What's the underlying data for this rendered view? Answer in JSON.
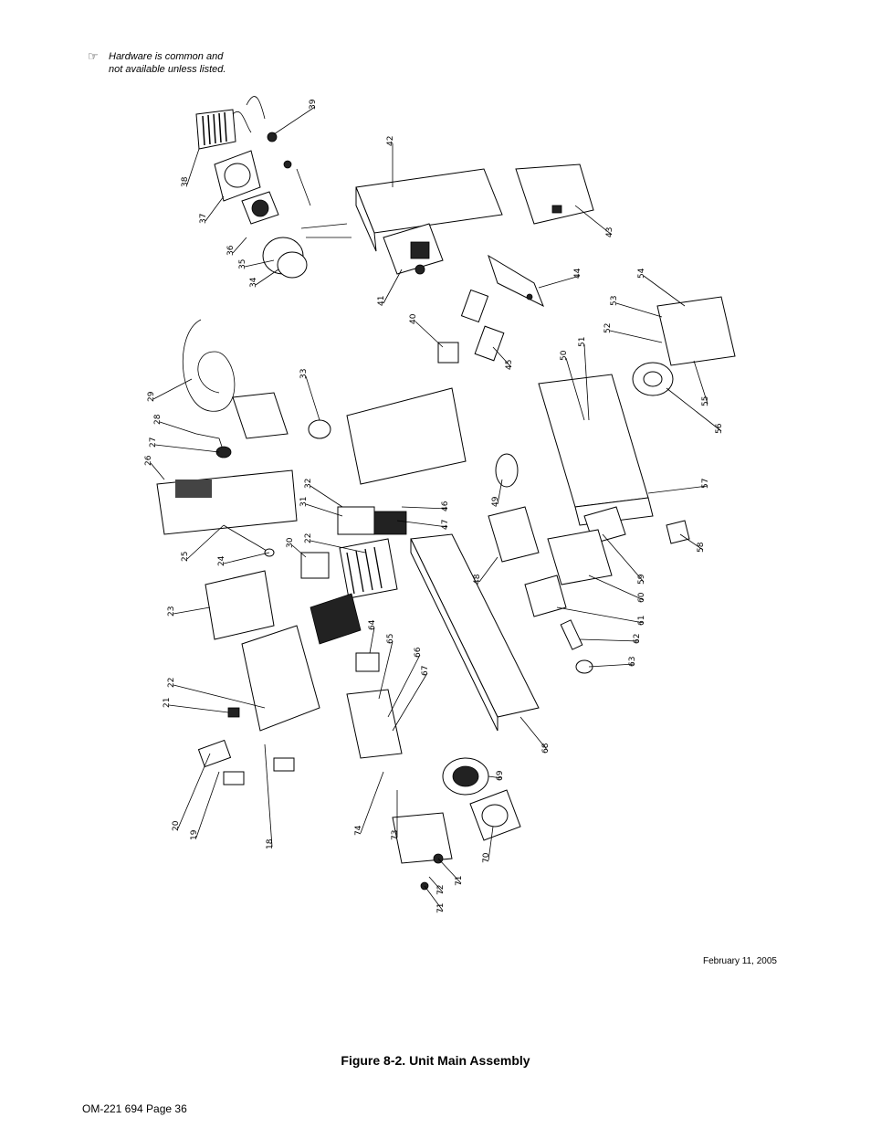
{
  "note": {
    "icon": "pointing-hand-icon",
    "line1": "Hardware is common and",
    "line2": "not available unless listed."
  },
  "date": "February 11, 2005",
  "figure_title": "Figure 8-2. Unit Main Assembly",
  "footer": "OM-221 694 Page 36",
  "callouts": [
    "18",
    "19",
    "20",
    "21",
    "22",
    "22",
    "23",
    "24",
    "25",
    "26",
    "27",
    "28",
    "29",
    "30",
    "31",
    "32",
    "33",
    "34",
    "35",
    "36",
    "37",
    "38",
    "39",
    "40",
    "41",
    "42",
    "43",
    "44",
    "45",
    "46",
    "47",
    "48",
    "49",
    "50",
    "51",
    "52",
    "53",
    "54",
    "55",
    "56",
    "57",
    "58",
    "59",
    "60",
    "61",
    "62",
    "63",
    "64",
    "65",
    "66",
    "67",
    "68",
    "69",
    "70",
    "71",
    "71",
    "72",
    "73",
    "74"
  ]
}
